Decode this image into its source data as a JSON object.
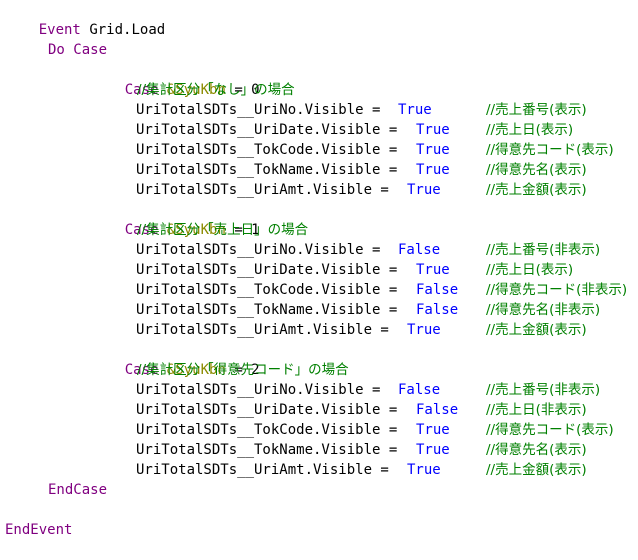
{
  "editor": {
    "event_open": {
      "kw": "Event",
      "name": "Grid.Load"
    },
    "do_case": "Do Case",
    "cases": [
      {
        "head": {
          "kw": "Case",
          "var": "&SyuKbn",
          "rest": " = 0"
        },
        "comment": "//集計区分「なし」の場合",
        "rows": [
          {
            "code": "UriTotalSDTs__UriNo.Visible = ",
            "value": "True",
            "comment": "//売上番号(表示)"
          },
          {
            "code": "UriTotalSDTs__UriDate.Visible = ",
            "value": "True",
            "comment": "//売上日(表示)"
          },
          {
            "code": "UriTotalSDTs__TokCode.Visible = ",
            "value": "True",
            "comment": "//得意先コード(表示)"
          },
          {
            "code": "UriTotalSDTs__TokName.Visible = ",
            "value": "True",
            "comment": "//得意先名(表示)"
          },
          {
            "code": "UriTotalSDTs__UriAmt.Visible = ",
            "value": "True",
            "comment": "//売上金額(表示)"
          }
        ]
      },
      {
        "head": {
          "kw": "Case",
          "var": "&SyuKbn",
          "rest": " = 1"
        },
        "comment": "//集計区分「売上日」の場合",
        "rows": [
          {
            "code": "UriTotalSDTs__UriNo.Visible = ",
            "value": "False",
            "comment": "//売上番号(非表示)"
          },
          {
            "code": "UriTotalSDTs__UriDate.Visible = ",
            "value": "True",
            "comment": "//売上日(表示)"
          },
          {
            "code": "UriTotalSDTs__TokCode.Visible = ",
            "value": "False",
            "comment": "//得意先コード(非表示)"
          },
          {
            "code": "UriTotalSDTs__TokName.Visible = ",
            "value": "False",
            "comment": "//得意先名(非表示)"
          },
          {
            "code": "UriTotalSDTs__UriAmt.Visible = ",
            "value": "True",
            "comment": "//売上金額(表示)"
          }
        ]
      },
      {
        "head": {
          "kw": "Case",
          "var": "&SyuKbn",
          "rest": " = 2"
        },
        "comment": "//集計区分「得意先コード」の場合",
        "rows": [
          {
            "code": "UriTotalSDTs__UriNo.Visible = ",
            "value": "False",
            "comment": "//売上番号(非表示)"
          },
          {
            "code": "UriTotalSDTs__UriDate.Visible = ",
            "value": "False",
            "comment": "//売上日(非表示)"
          },
          {
            "code": "UriTotalSDTs__TokCode.Visible = ",
            "value": "True",
            "comment": "//得意先コード(表示)"
          },
          {
            "code": "UriTotalSDTs__TokName.Visible = ",
            "value": "True",
            "comment": "//得意先名(表示)"
          },
          {
            "code": "UriTotalSDTs__UriAmt.Visible = ",
            "value": "True",
            "comment": "//売上金額(表示)"
          }
        ]
      }
    ],
    "end_case": "EndCase",
    "event_close": "EndEvent",
    "colors": {
      "keyword": "#800080",
      "variable": "#8b8b00",
      "boolean": "#0000ff",
      "comment": "#008000",
      "text": "#000000",
      "background": "#ffffff"
    }
  }
}
